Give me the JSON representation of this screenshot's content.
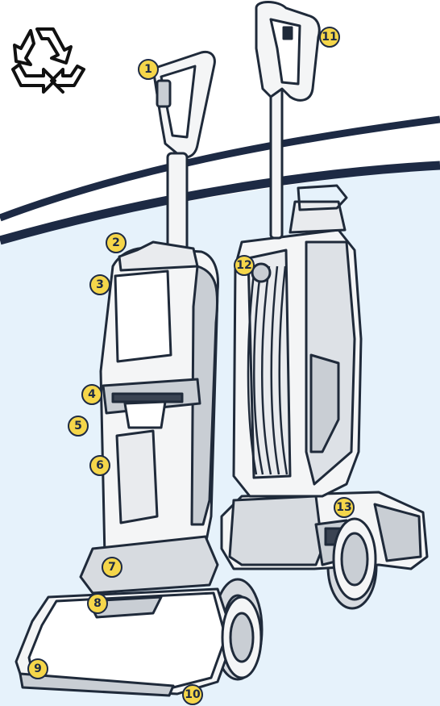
{
  "colors": {
    "background_tint": "#e6f2fb",
    "stripe": "#1d2a44",
    "callout_fill": "#f5d64a",
    "callout_border": "#1d2a44",
    "outline": "#1f2a3a",
    "device_fill": "#f4f5f6",
    "device_shade": "#c9ced4"
  },
  "icons": {
    "recycle": "recycle-icon"
  },
  "callouts": [
    {
      "id": "1",
      "label": "1"
    },
    {
      "id": "2",
      "label": "2"
    },
    {
      "id": "3",
      "label": "3"
    },
    {
      "id": "4",
      "label": "4"
    },
    {
      "id": "5",
      "label": "5"
    },
    {
      "id": "6",
      "label": "6"
    },
    {
      "id": "7",
      "label": "7"
    },
    {
      "id": "8",
      "label": "8"
    },
    {
      "id": "9",
      "label": "9"
    },
    {
      "id": "10",
      "label": "10"
    },
    {
      "id": "11",
      "label": "11"
    },
    {
      "id": "12",
      "label": "12"
    },
    {
      "id": "13",
      "label": "13"
    }
  ]
}
